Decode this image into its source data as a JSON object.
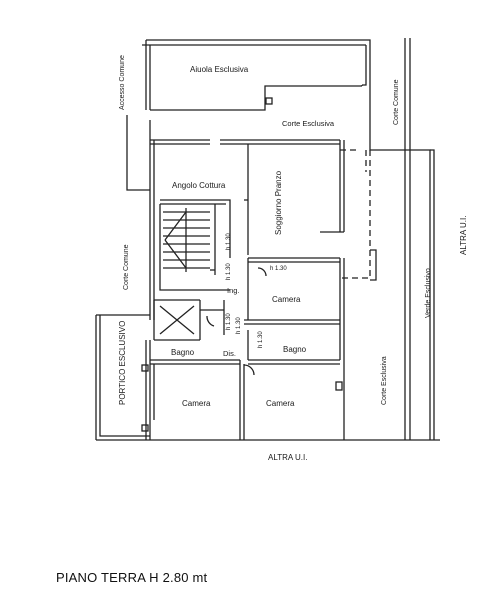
{
  "labels": {
    "aiuola": "Aiuola Esclusiva",
    "accesso": "Accesso Comune",
    "corte_comune_right": "Corte Comune",
    "corte_esclusiva_top": "Corte Esclusiva",
    "angolo_cottura": "Angolo Cottura",
    "soggiorno": "Soggiorno Pranzo",
    "corte_comune_left": "Corte Comune",
    "verde_esclusivo": "Verde Esclusivo",
    "altra_ui_right": "ALTRA U.I.",
    "ing": "Ing.",
    "camera1": "Camera",
    "porticato": "PORTICO ESCLUSIVO",
    "bagno1": "Bagno",
    "dis": "Dis.",
    "bagno2": "Bagno",
    "corte_esclusiva_right": "Corte Esclusiva",
    "camera2": "Camera",
    "camera3": "Camera",
    "altra_ui_bottom": "ALTRA U.I.",
    "h130_a": "h 1.30",
    "h130_b": "h 1.30",
    "h130_c": "h 1.30",
    "h130_d": "h 1.30",
    "h130_e": "h 1.30",
    "h130_f": "h 1.30"
  },
  "caption": "PIANO TERRA H 2.80 mt"
}
